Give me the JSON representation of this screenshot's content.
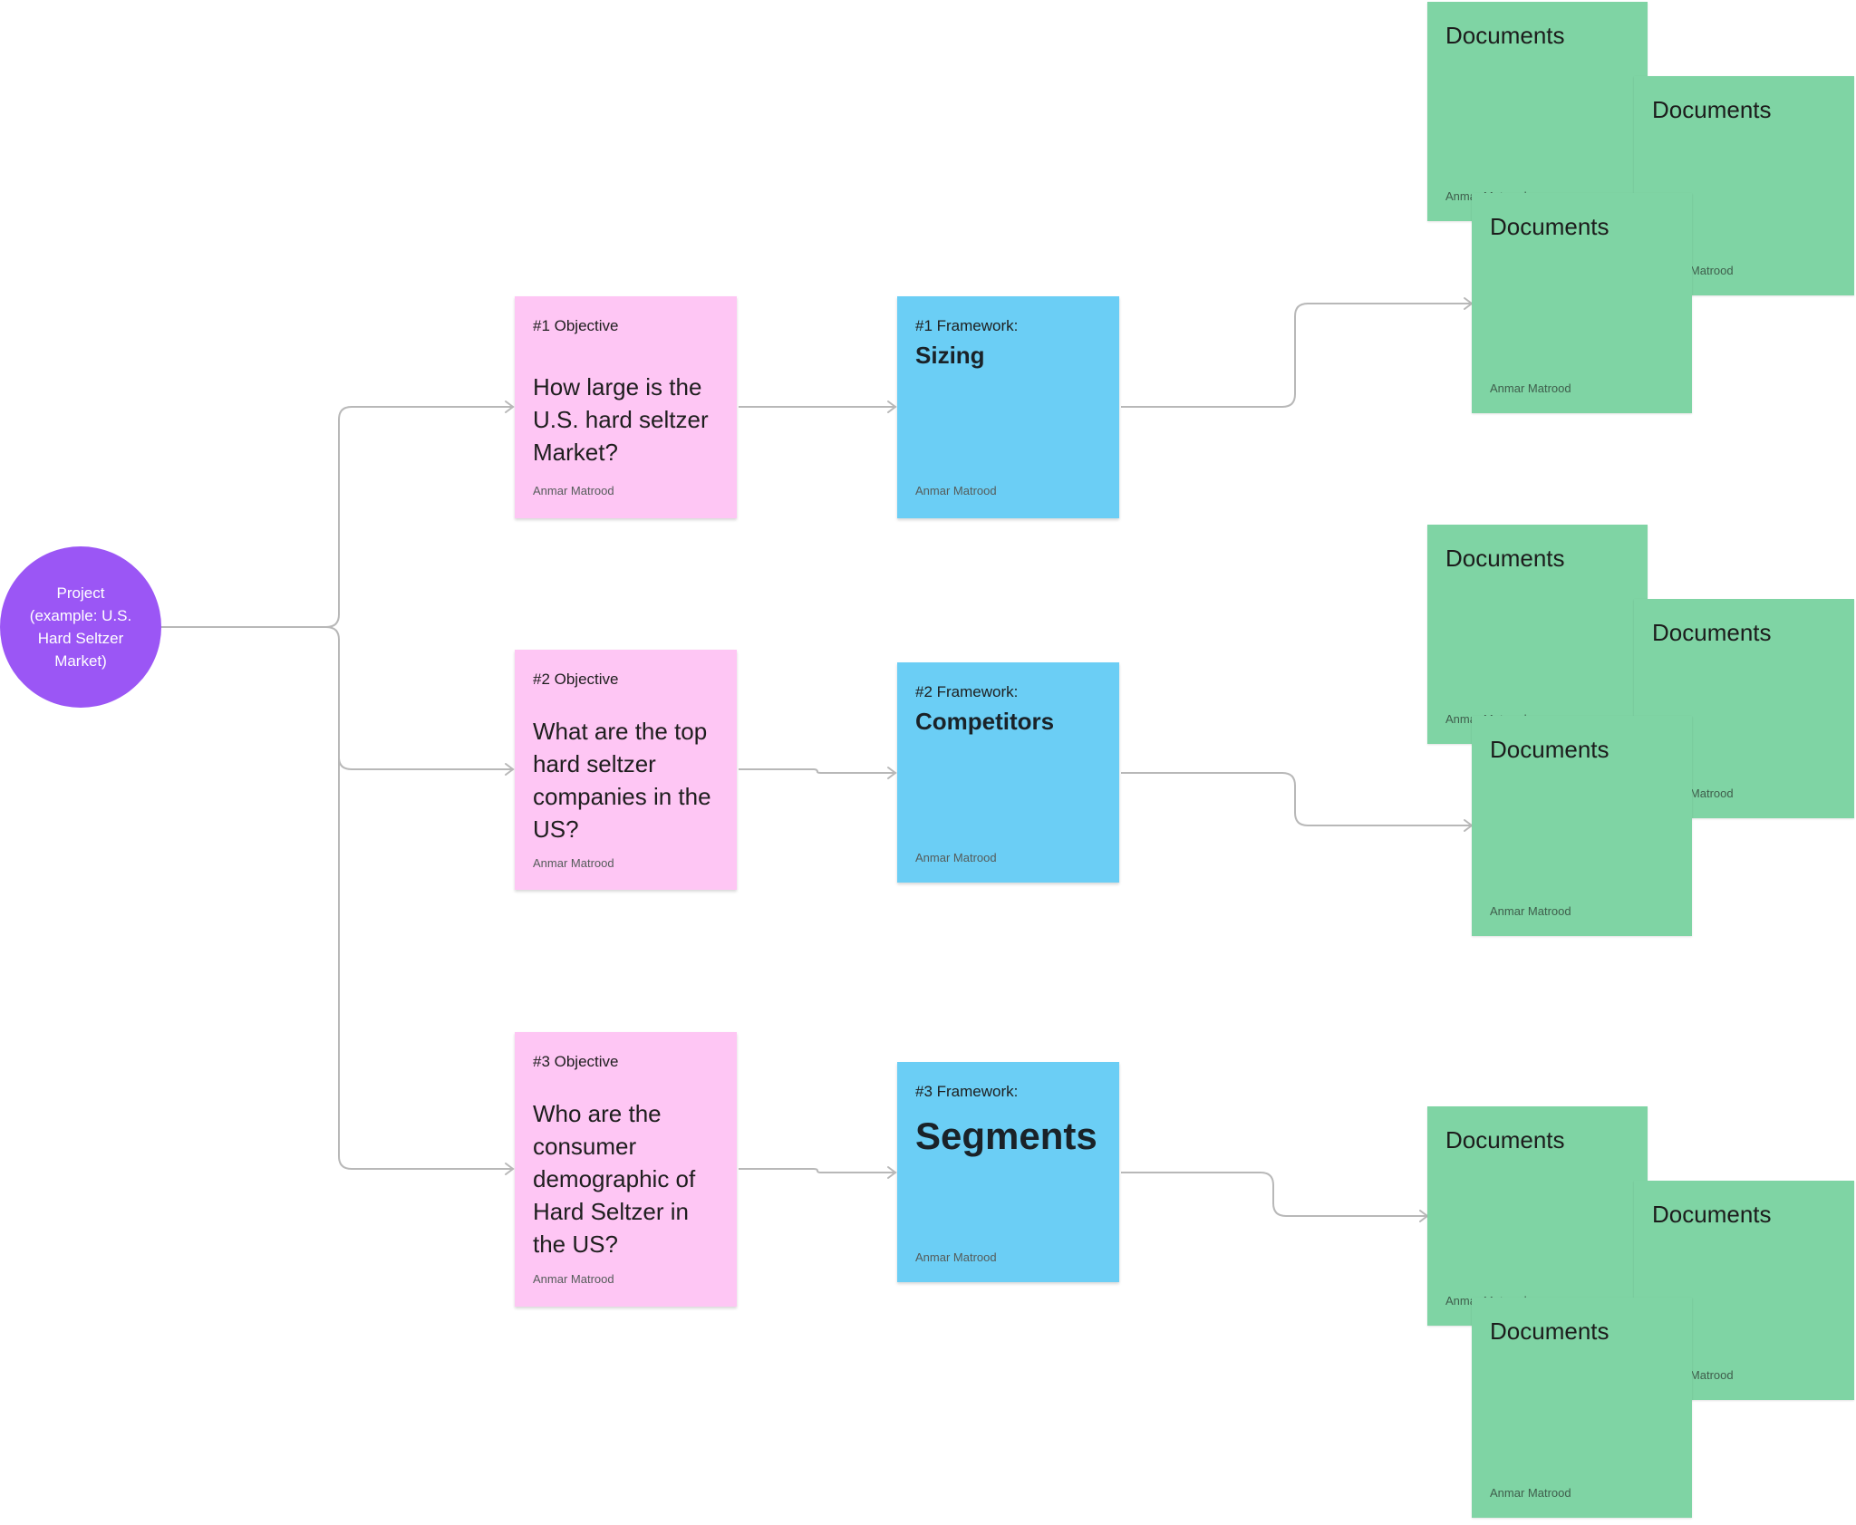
{
  "project": {
    "label": "Project\n(example: U.S.\nHard Seltzer\nMarket)",
    "color": "#9b56f5"
  },
  "objectives": [
    {
      "label": "#1 Objective",
      "question": "How large is the U.S. hard seltzer Market?",
      "author": "Anmar Matrood"
    },
    {
      "label": "#2 Objective",
      "question": "What are the top hard seltzer companies in the US?",
      "author": "Anmar Matrood"
    },
    {
      "label": "#3 Objective",
      "question": "Who are the consumer demographic of Hard Seltzer in the US?",
      "author": "Anmar Matrood"
    }
  ],
  "frameworks": [
    {
      "label": "#1 Framework:",
      "title": "Sizing",
      "author": "Anmar Matrood"
    },
    {
      "label": "#2 Framework:",
      "title": "Competitors",
      "author": "Anmar Matrood"
    },
    {
      "label": "#3 Framework:",
      "title": "Segments",
      "author": "Anmar Matrood"
    }
  ],
  "document_groups": [
    {
      "cards": [
        {
          "title": "Documents",
          "author": "Anmar Matrood"
        },
        {
          "title": "Documents",
          "author": "Anmar Matrood"
        },
        {
          "title": "Documents",
          "author": "Anmar Matrood"
        }
      ]
    },
    {
      "cards": [
        {
          "title": "Documents",
          "author": "Anmar Matrood"
        },
        {
          "title": "Documents",
          "author": "Anmar Matrood"
        },
        {
          "title": "Documents",
          "author": "Anmar Matrood"
        }
      ]
    },
    {
      "cards": [
        {
          "title": "Documents",
          "author": "Anmar Matrood"
        },
        {
          "title": "Documents",
          "author": "Anmar Matrood"
        },
        {
          "title": "Documents",
          "author": "Anmar Matrood"
        }
      ]
    }
  ],
  "colors": {
    "objective_sticky": "#fec6f4",
    "framework_sticky": "#6bcef5",
    "document_sticky": "#7fd4a4",
    "connector": "#b8b8b8"
  }
}
